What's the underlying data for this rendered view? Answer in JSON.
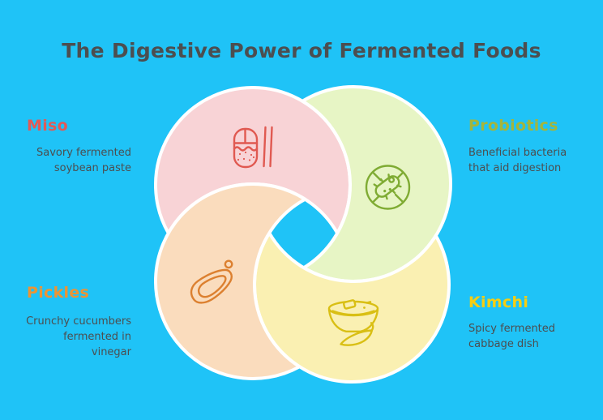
{
  "title": "The Digestive Power of Fermented Foods",
  "background_color": "#1FC3F7",
  "text_color": "#4C4E50",
  "items": [
    {
      "name": "Miso",
      "description": "Savory fermented\nsoybean paste",
      "heading_color": "#E25A57",
      "circle_color": "#F8D3D6",
      "icon": "miso-bento-chopsticks-icon",
      "icon_color": "#E05951"
    },
    {
      "name": "Probiotics",
      "description": "Beneficial bacteria\nthat aid digestion",
      "heading_color": "#A4B53B",
      "circle_color": "#E7F5C5",
      "icon": "bacteria-icon",
      "icon_color": "#7FAB33"
    },
    {
      "name": "Pickles",
      "description": "Crunchy cucumbers\nfermented in\nvinegar",
      "heading_color": "#EC9434",
      "circle_color": "#FADCBD",
      "icon": "pickle-icon",
      "icon_color": "#DC8030"
    },
    {
      "name": "Kimchi",
      "description": "Spicy fermented\ncabbage dish",
      "heading_color": "#F6CE12",
      "circle_color": "#FAF0B2",
      "icon": "kimchi-bowl-pepper-icon",
      "icon_color": "#D9BF14"
    }
  ]
}
